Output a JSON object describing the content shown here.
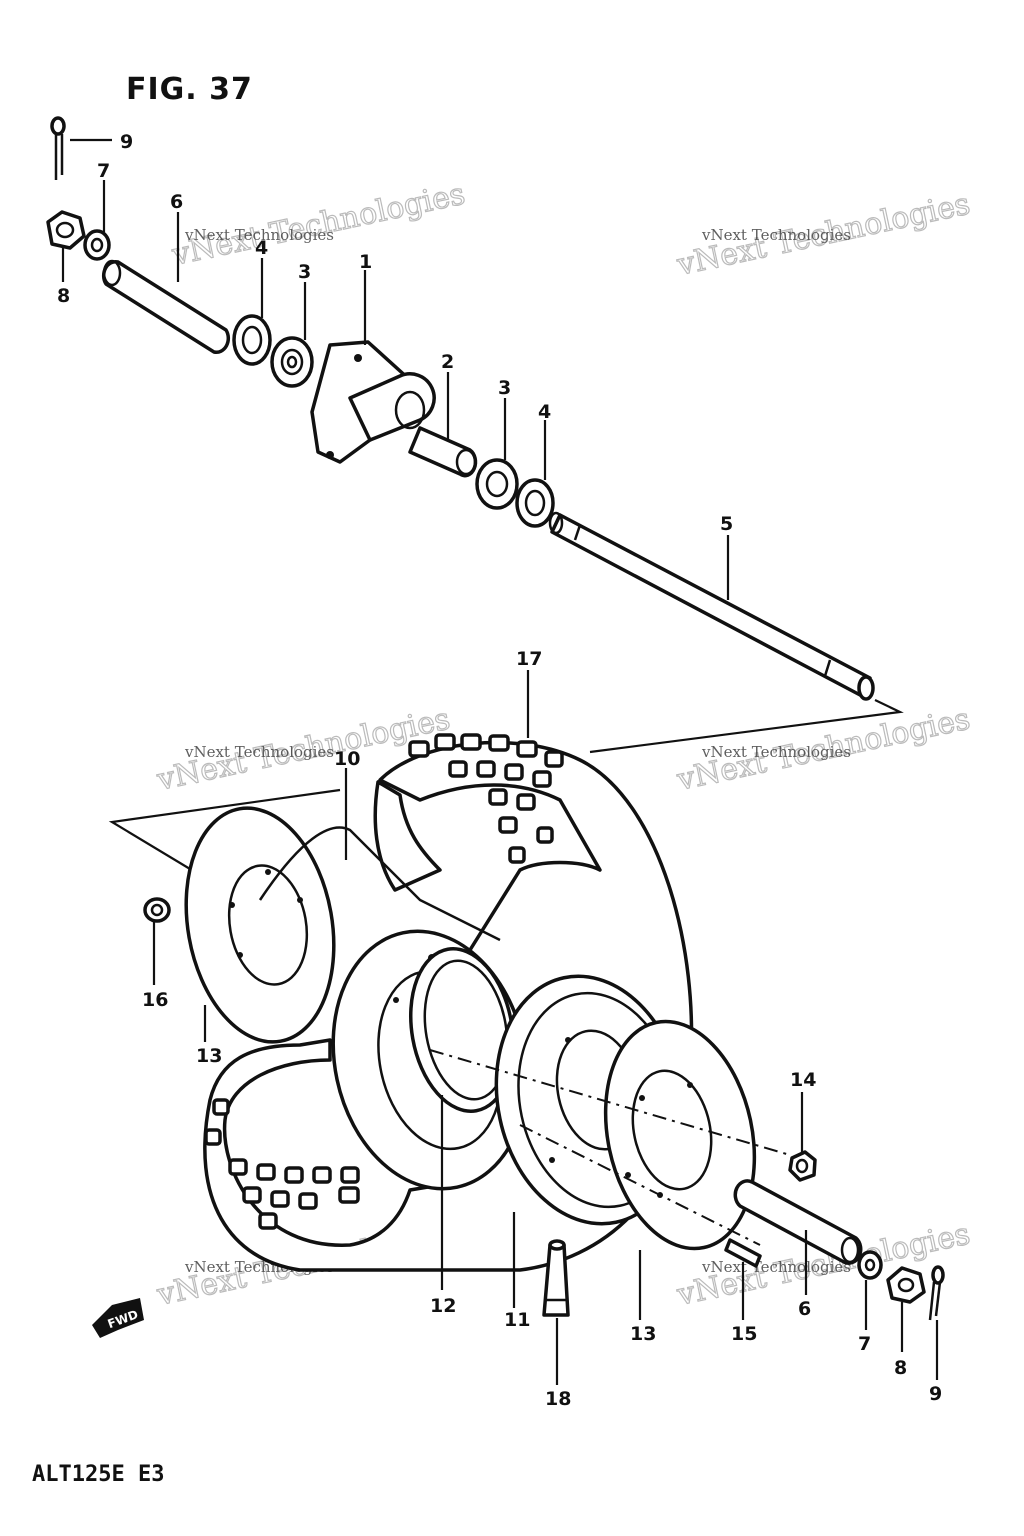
{
  "figure": {
    "title": "FIG. 37",
    "model_code": "ALT125E  E3"
  },
  "watermark": {
    "small_text": "vNext Technologies",
    "big_text": "vNext Technologies"
  },
  "callouts": {
    "c1": "1",
    "c2": "2",
    "c3a": "3",
    "c3b": "3",
    "c4a": "4",
    "c4b": "4",
    "c5": "5",
    "c6a": "6",
    "c6b": "6",
    "c7a": "7",
    "c7b": "7",
    "c8a": "8",
    "c8b": "8",
    "c9a": "9",
    "c9b": "9",
    "c10": "10",
    "c11": "11",
    "c12": "12",
    "c13a": "13",
    "c13b": "13",
    "c14": "14",
    "c15": "15",
    "c16": "16",
    "c17": "17",
    "c18": "18"
  },
  "fwd_label": "FWD"
}
